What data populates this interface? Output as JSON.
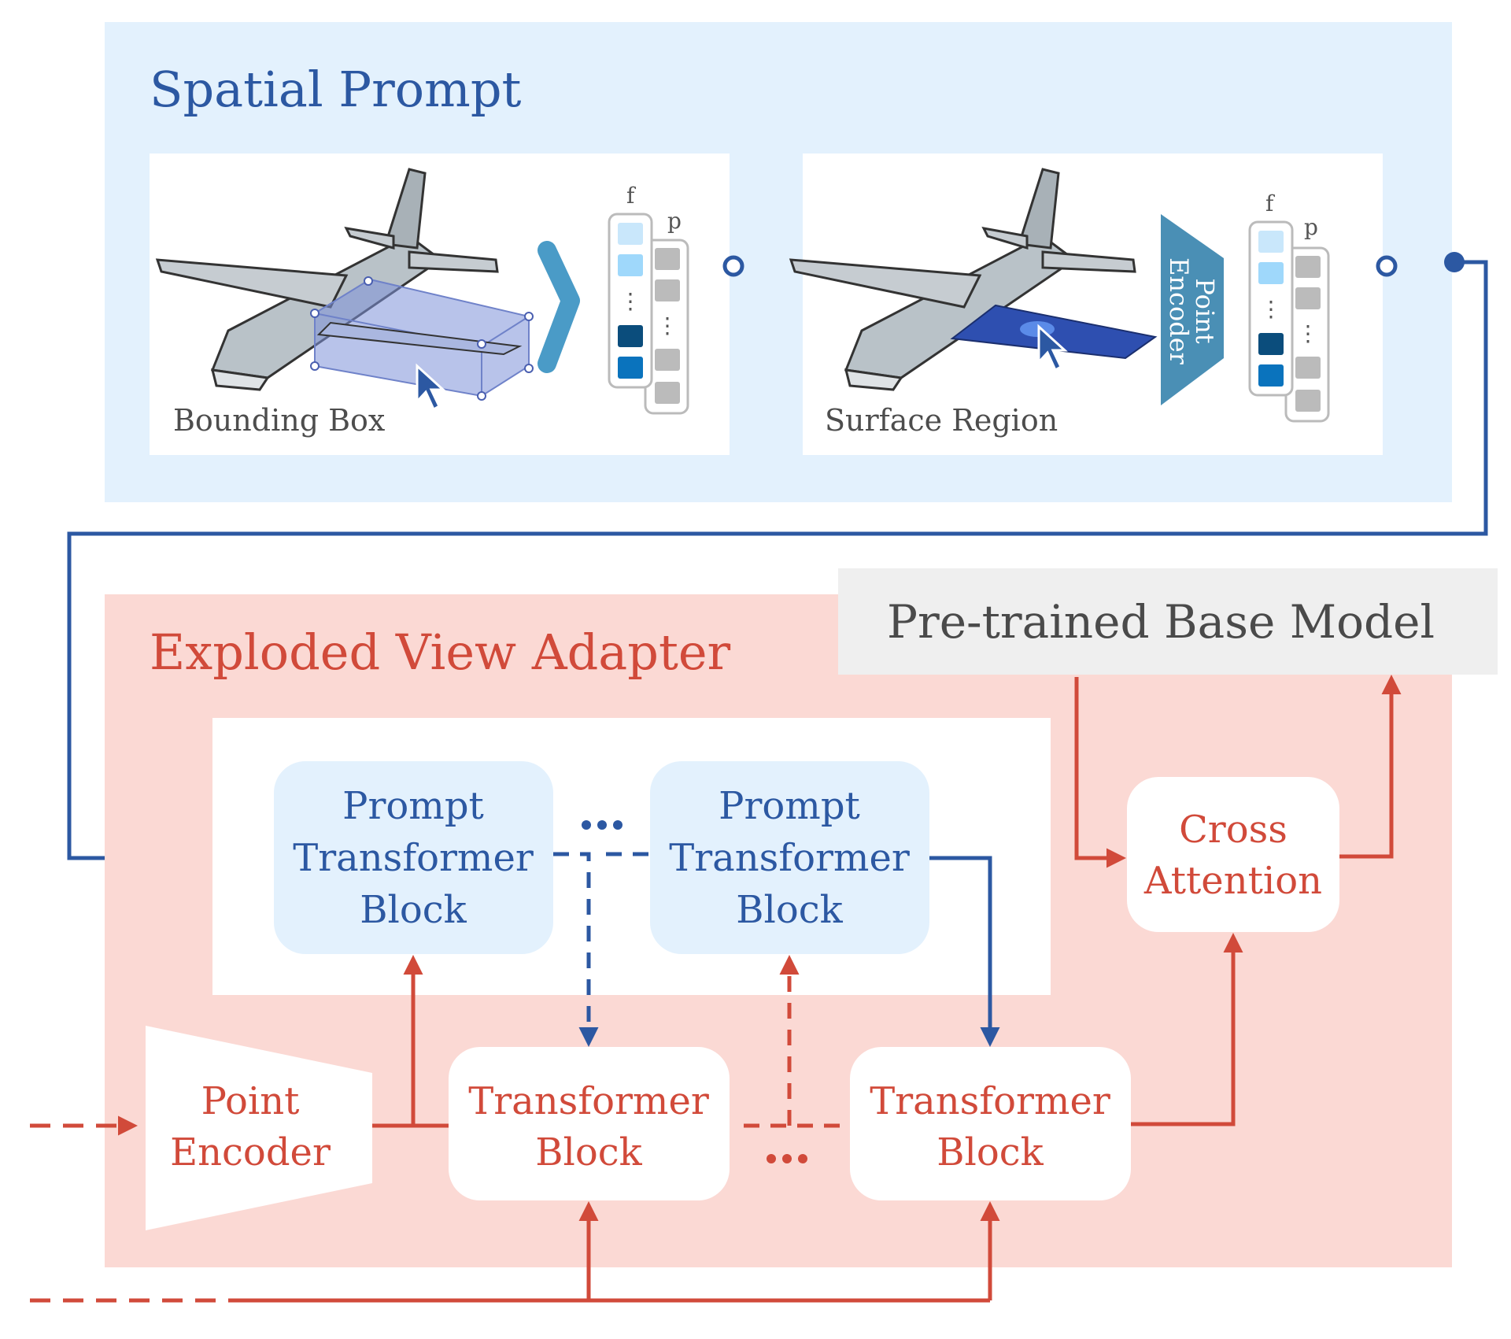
{
  "spatial_prompt": {
    "title": "Spatial Prompt",
    "panel_left_caption": "Bounding Box",
    "panel_right_caption": "Surface Region",
    "encoder_label_line1": "Point",
    "encoder_label_line2": "Encoder",
    "token_col_f": "f",
    "token_col_p": "p"
  },
  "adapter": {
    "title": "Exploded View Adapter",
    "prompt_block_1": [
      "Prompt",
      "Transformer",
      "Block"
    ],
    "prompt_block_2": [
      "Prompt",
      "Transformer",
      "Block"
    ],
    "point_encoder": [
      "Point",
      "Encoder"
    ],
    "transformer_block_1": [
      "Transformer",
      "Block"
    ],
    "transformer_block_2": [
      "Transformer",
      "Block"
    ],
    "cross_attention": [
      "Cross",
      "Attention"
    ]
  },
  "base_model": {
    "title": "Pre-trained Base Model"
  },
  "colors": {
    "spatial_bg": "#e3f1fd",
    "adapter_bg": "#fbd9d4",
    "base_bg": "#efefef",
    "blue": "#2c58a2",
    "red": "#d14a3a",
    "prompt_block_bg": "#e3f1fd"
  }
}
